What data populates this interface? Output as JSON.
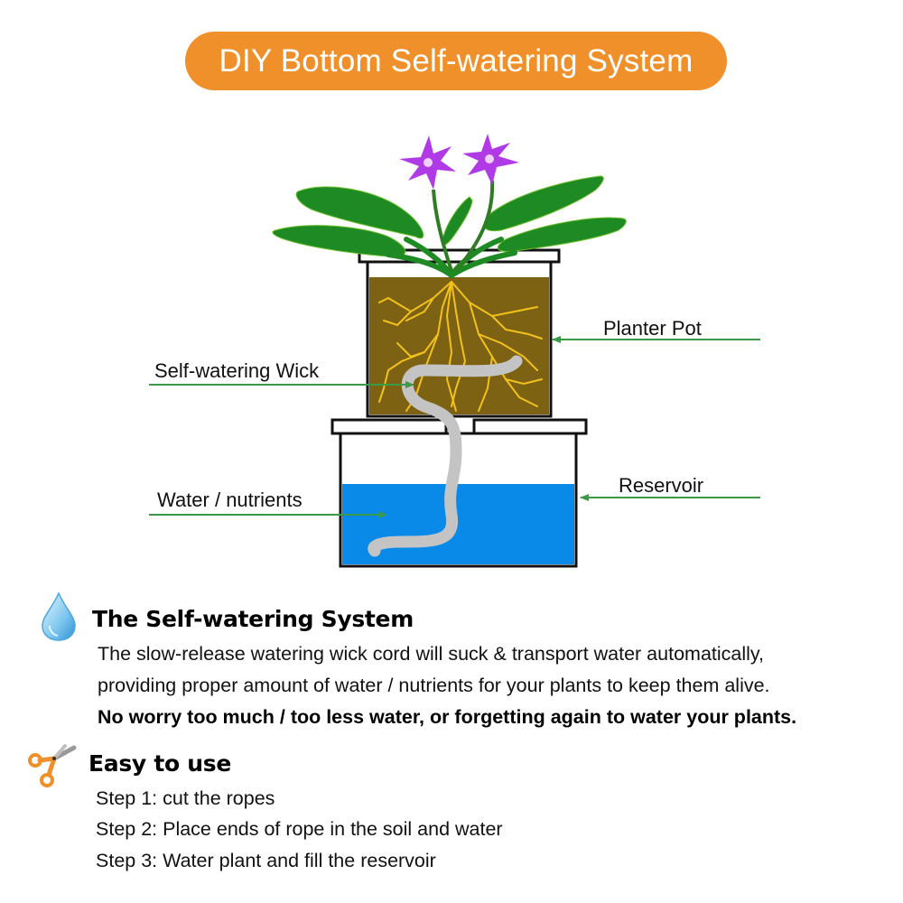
{
  "title": "DIY Bottom Self-watering System",
  "colors": {
    "title_bg": "#F0902A",
    "title_text": "#FFFFFF",
    "arrow": "#3A9A48",
    "soil": "#7D6214",
    "roots": "#F2C21A",
    "water": "#0A8AE8",
    "wick": "#C4C4C4",
    "leaf": "#1E8A24",
    "flower": "#B03BE6"
  },
  "diagram": {
    "labels": {
      "planter_pot": "Planter Pot",
      "wick": "Self-watering Wick",
      "reservoir": "Reservoir",
      "water": "Water / nutrients"
    }
  },
  "section1": {
    "icon": "water-drop-icon",
    "heading": "The Self-watering System",
    "lines": [
      "The slow-release watering wick cord will suck & transport water automatically,",
      "providing proper amount of water / nutrients for your plants to keep them alive.",
      "No worry too much / too less water, or forgetting again to water your plants."
    ]
  },
  "section2": {
    "icon": "scissors-icon",
    "heading": "Easy to use",
    "steps": [
      "Step 1: cut the ropes",
      "Step 2: Place ends of rope in the soil and water",
      "Step 3: Water plant and fill the reservoir"
    ]
  }
}
